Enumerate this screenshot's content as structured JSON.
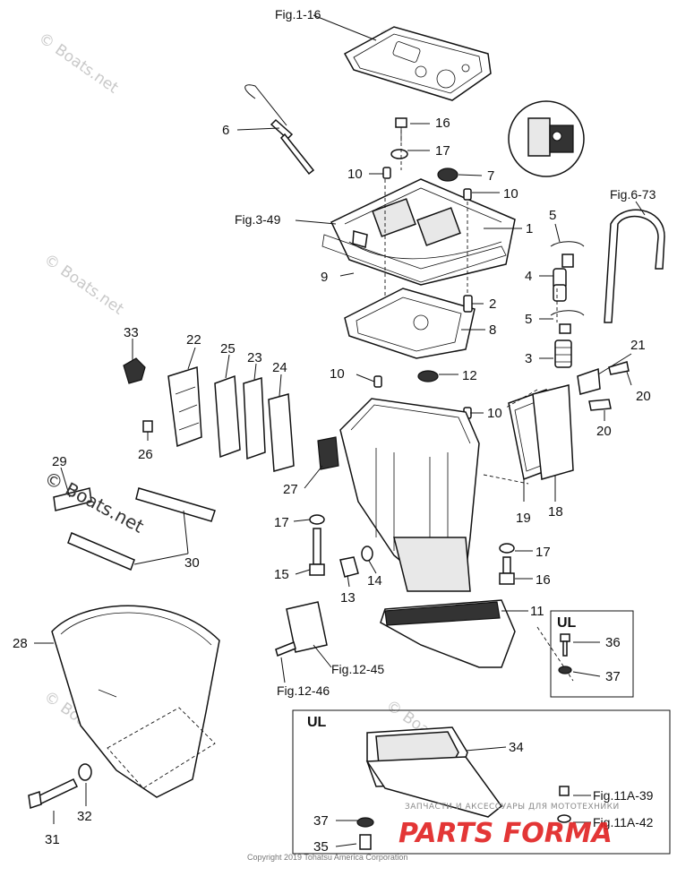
{
  "figure_refs": {
    "fig_1_16": "Fig.1-16",
    "fig_3_49": "Fig.3-49",
    "fig_6_73": "Fig.6-73",
    "fig_12_45": "Fig.12-45",
    "fig_12_46": "Fig.12-46",
    "fig_11a_39": "Fig.11A-39",
    "fig_11a_42": "Fig.11A-42"
  },
  "callouts": {
    "c1": "1",
    "c2": "2",
    "c3": "3",
    "c4": "4",
    "c5_top": "5",
    "c5_bottom": "5",
    "c6": "6",
    "c7": "7",
    "c8": "8",
    "c9": "9",
    "c10_a": "10",
    "c10_b": "10",
    "c10_c": "10",
    "c10_d": "10",
    "c11": "11",
    "c12": "12",
    "c13": "13",
    "c14": "14",
    "c15": "15",
    "c16_top": "16",
    "c16_bottom": "16",
    "c17_top": "17",
    "c17_left": "17",
    "c17_right": "17",
    "c18": "18",
    "c19": "19",
    "c20_top": "20",
    "c20_bottom": "20",
    "c21": "21",
    "c22": "22",
    "c23": "23",
    "c24": "24",
    "c25": "25",
    "c26": "26",
    "c27": "27",
    "c28": "28",
    "c29": "29",
    "c30": "30",
    "c31": "31",
    "c32": "32",
    "c33": "33",
    "c34": "34",
    "c35": "35",
    "c36": "36",
    "c37_ul": "37",
    "c37_bottom": "37"
  },
  "boxes": {
    "ul_small_title": "UL",
    "ul_large_title": "UL"
  },
  "watermarks": {
    "wm1": "© Boats.net",
    "wm2": "© Boats.net",
    "wm3": "© Boats.net",
    "wm4": "© Boats.net",
    "wm5": "© Boats.net",
    "wm_main": "© Boats.net"
  },
  "footer": {
    "copyright": "Copyright 2019 Tohatsu America Corporation",
    "shop_subtitle": "ЗАПЧАСТИ И АКСЕССУАРЫ ДЛЯ МОТОТЕХНИКИ",
    "shop_logo": "PARTS FORMA"
  }
}
